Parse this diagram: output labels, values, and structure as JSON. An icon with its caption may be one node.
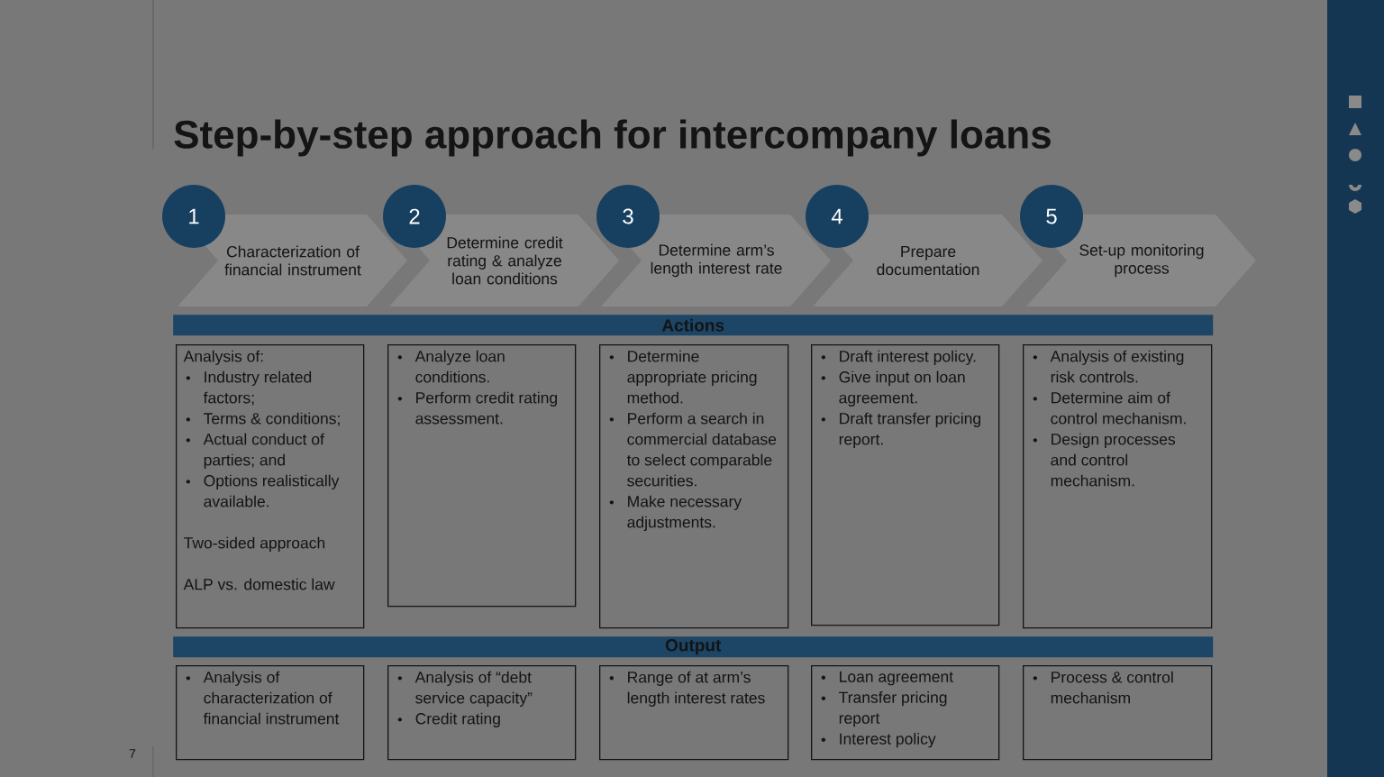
{
  "diagram": {
    "title": "Step-by-step approach for intercompany loans",
    "nodes": [
      {
        "text": [
          "1",
          "Characterization of financial instrument"
        ]
      },
      {
        "text": [
          "2",
          "Determine credit rating & analyze loan conditions"
        ]
      },
      {
        "text": [
          "3",
          "Determine arm’s length interest rate"
        ]
      },
      {
        "text": [
          "4",
          "Prepare documentation"
        ]
      },
      {
        "text": [
          "5",
          "Set-up monitoring process"
        ]
      },
      {
        "text": [
          "Actions"
        ]
      },
      {
        "text": [
          "Analysis of:",
          "Industry related factors;",
          "Terms & conditions;",
          "Actual conduct of parties; and",
          "Options realistically available.",
          "Two-sided approach",
          "ALP vs. domestic law"
        ]
      },
      {
        "text": [
          "Analyze loan conditions.",
          "Perform credit rating assessment."
        ]
      },
      {
        "text": [
          "Determine appropriate pricing method.",
          "Perform a search in commercial database to select comparable securities.",
          "Make necessary adjustments."
        ]
      },
      {
        "text": [
          "Draft interest policy.",
          "Give input on loan agreement.",
          "Draft transfer pricing report."
        ]
      },
      {
        "text": [
          "Analysis of existing risk controls.",
          "Determine aim of control mechanism.",
          "Design processes and control mechanism."
        ]
      },
      {
        "text": [
          "Output"
        ]
      },
      {
        "text": [
          "Analysis of characterization of financial instrument"
        ]
      },
      {
        "text": [
          "Analysis of “debt service capacity”",
          "Credit rating"
        ]
      },
      {
        "text": [
          "Range of at arm’s length interest rates"
        ]
      },
      {
        "text": [
          "Loan agreement",
          "Transfer pricing report",
          "Interest policy"
        ]
      },
      {
        "text": [
          "Process & control mechanism"
        ]
      }
    ],
    "labels": [
      "7"
    ]
  }
}
